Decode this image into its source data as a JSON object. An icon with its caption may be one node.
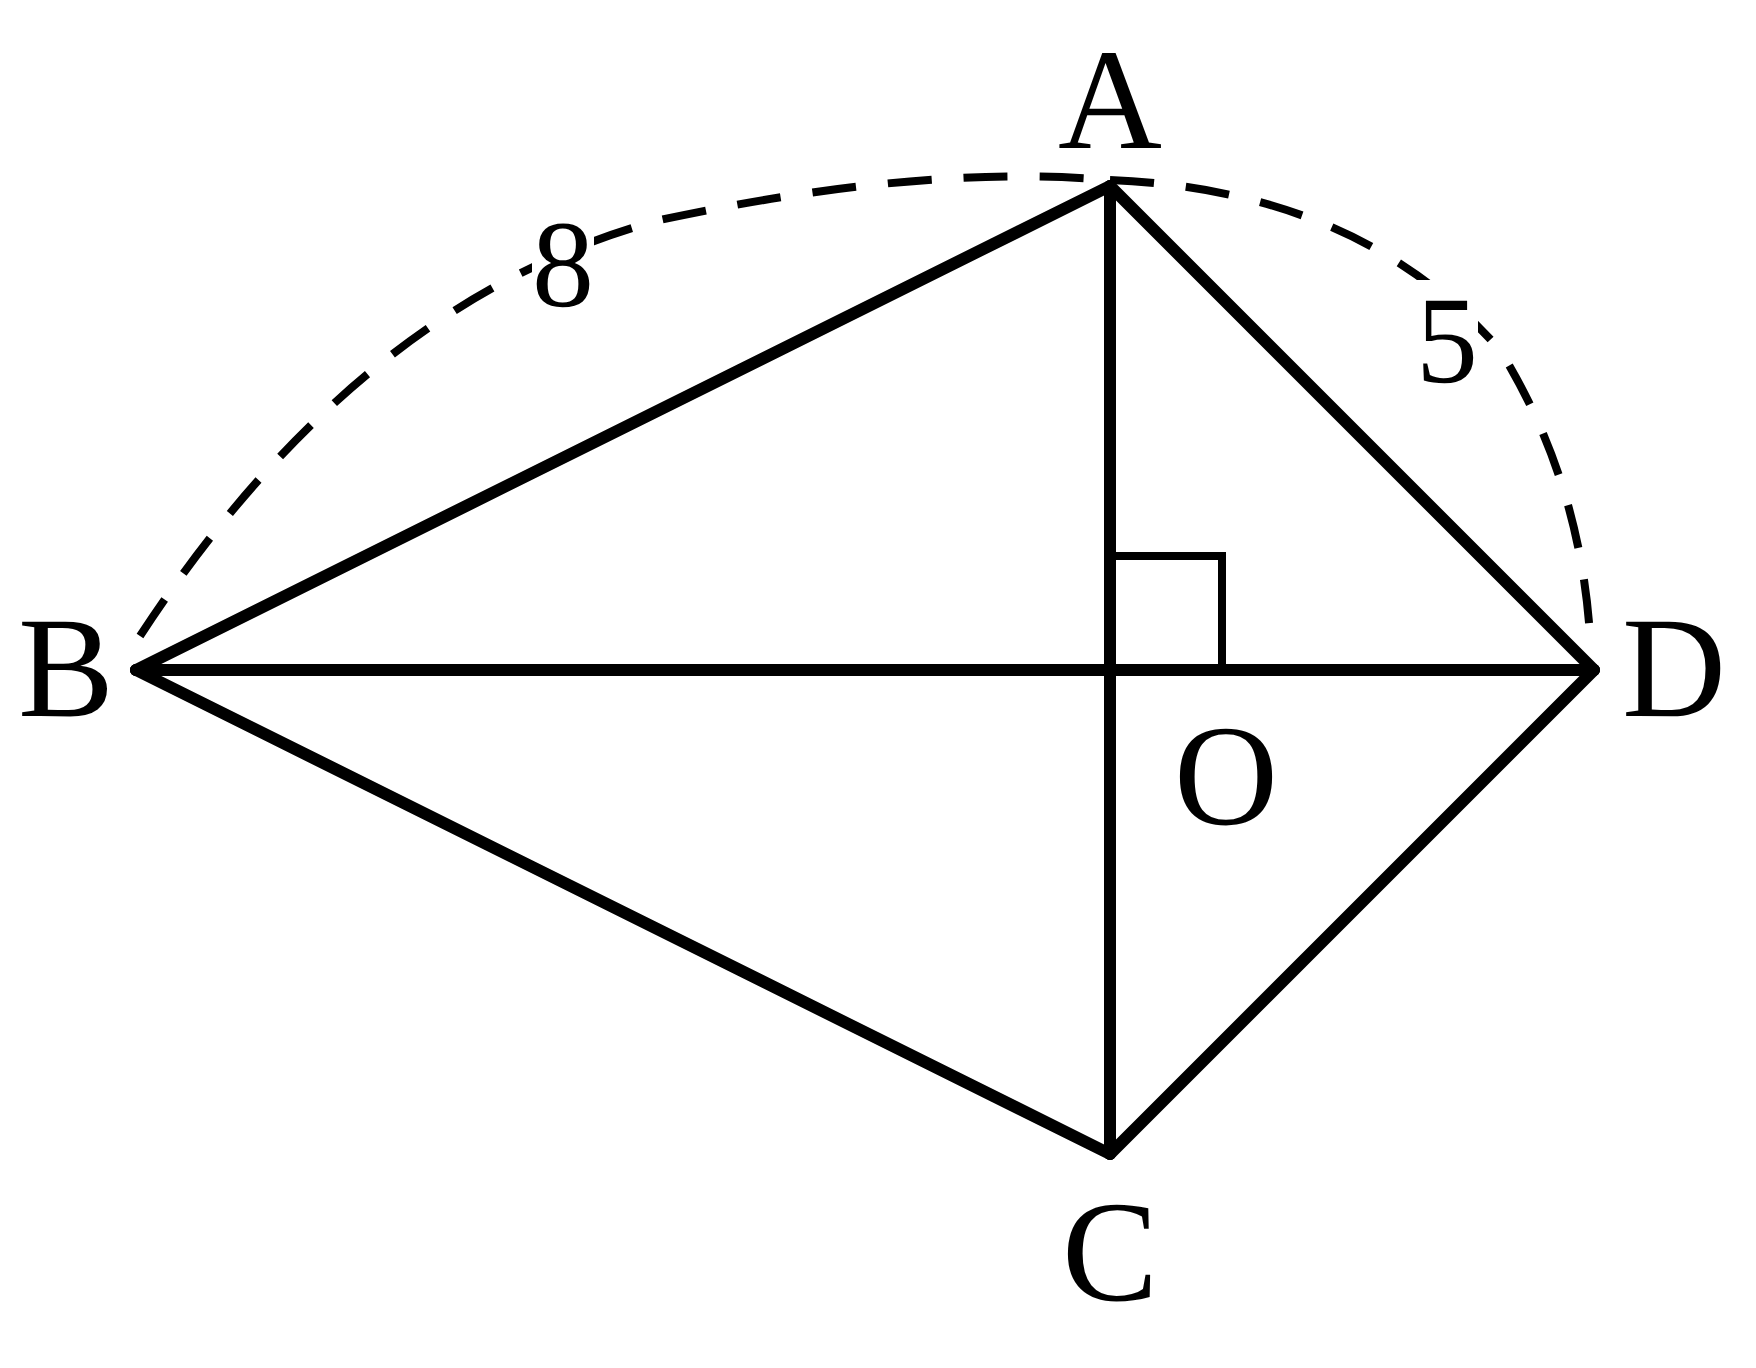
{
  "diagram": {
    "nodes": [
      {
        "text": [
          "A"
        ]
      },
      {
        "text": [
          "B"
        ]
      },
      {
        "text": [
          "D"
        ]
      },
      {
        "text": [
          "C"
        ]
      }
    ],
    "edges": [
      {
        "from": 0,
        "to": 1,
        "arrow": "none"
      },
      {
        "from": 0,
        "to": 2,
        "arrow": "none"
      },
      {
        "from": 0,
        "to": 3,
        "arrow": "none"
      },
      {
        "from": 1,
        "to": 2,
        "arrow": "none"
      },
      {
        "from": 1,
        "to": 3,
        "arrow": "none"
      },
      {
        "from": 3,
        "to": 2,
        "arrow": "none"
      }
    ],
    "labels": [
      "8",
      "5",
      "O"
    ]
  }
}
